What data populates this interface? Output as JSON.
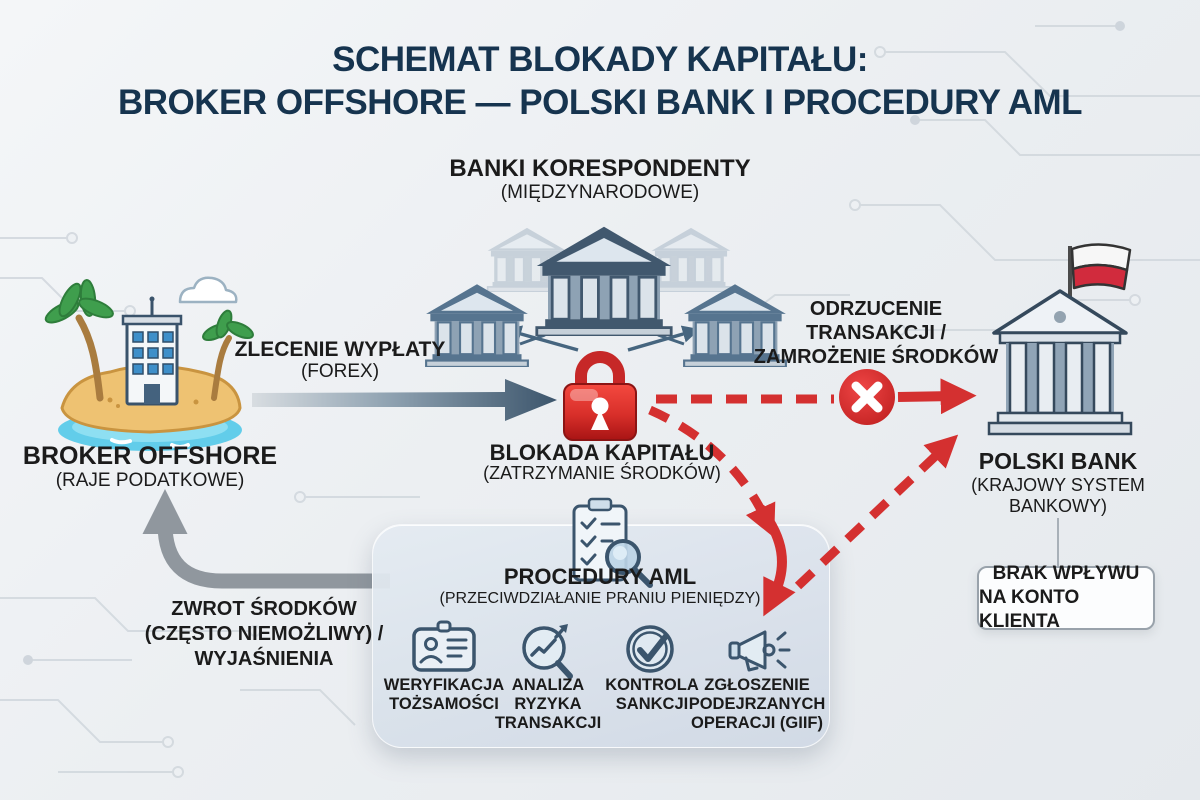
{
  "title": {
    "line1": "SCHEMAT BLOKADY KAPITAŁU:",
    "line2": "BROKER OFFSHORE — POLSKI BANK I PROCEDURY AML"
  },
  "nodes": {
    "correspondent_banks": {
      "name": "BANKI KORESPONDENTY",
      "subtitle": "(MIĘDZYNARODOWE)"
    },
    "broker_offshore": {
      "name": "BROKER OFFSHORE",
      "subtitle": "(RAJE PODATKOWE)"
    },
    "capital_block": {
      "name": "BLOKADA KAPITAŁU",
      "subtitle": "(ZATRZYMANIE ŚRODKÓW)"
    },
    "polish_bank": {
      "name": "POLSKI BANK",
      "subtitle_line1": "(KRAJOWY SYSTEM",
      "subtitle_line2": "BANKOWY)"
    },
    "client_impact": {
      "line1": "BRAK WPŁYWU",
      "line2": "NA KONTO KLIENTA"
    }
  },
  "flows": {
    "withdrawal_order": {
      "label": "ZLECENIE WYPŁATY",
      "subtitle": "(FOREX)"
    },
    "rejection": {
      "line1": "ODRZUCENIE",
      "line2": "TRANSAKCJI /",
      "line3": "ZAMROŻENIE ŚRODKÓW"
    },
    "refund": {
      "line1": "ZWROT ŚRODKÓW",
      "line2": "(CZĘSTO NIEMOŻLIWY) /",
      "line3": "WYJAŚNIENIA"
    }
  },
  "aml_panel": {
    "title": "PROCEDURY AML",
    "subtitle": "(PRZECIWDZIAŁANIE PRANIU PIENIĘDZY)",
    "items": [
      {
        "icon": "id-card-icon",
        "lines": [
          "WERYFIKACJA",
          "TOŻSAMOŚCI"
        ]
      },
      {
        "icon": "risk-magnifier-icon",
        "lines": [
          "ANALIZA",
          "RYZYKA",
          "TRANSAKCJI"
        ]
      },
      {
        "icon": "sanctions-check-icon",
        "lines": [
          "KONTROLA",
          "SANKCJI"
        ]
      },
      {
        "icon": "report-megaphone-icon",
        "lines": [
          "ZGŁOSZENIE",
          "PODEJRZANYCH",
          "OPERACJI (GIIF)"
        ]
      }
    ]
  },
  "icons": {
    "broker": "tropical-island-building-icon",
    "correspondent_banks": "bank-buildings-cluster-icon",
    "capital_block": "red-padlock-icon",
    "rejection": "red-cross-circle-icon",
    "polish_bank": "bank-with-polish-flag-icon",
    "aml_header": "clipboard-magnifier-icon"
  },
  "colors": {
    "title_navy": "#16344f",
    "text_black": "#1b1b1b",
    "alert_red": "#d43030",
    "flow_slate": "#3c556c",
    "bank_blue": "#52718c",
    "background": "#eceff2"
  }
}
